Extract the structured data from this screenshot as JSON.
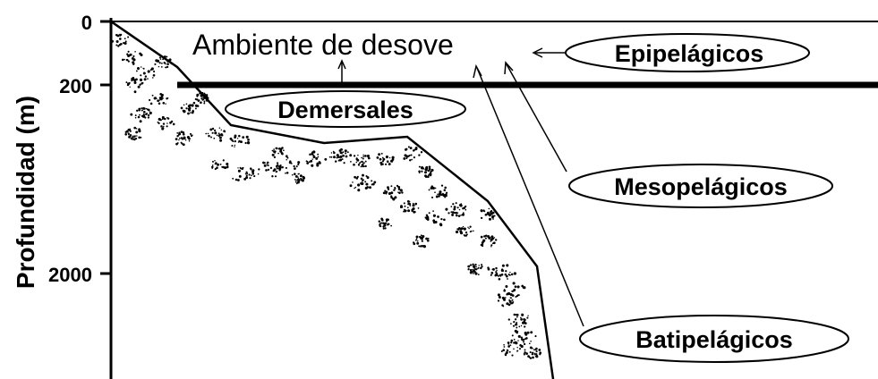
{
  "diagram": {
    "y_axis": {
      "label": "Profundidad (m)",
      "ticks": [
        "0",
        "200",
        "2000"
      ]
    },
    "spawning_label": "Ambiente de desove",
    "groups": {
      "epipelagic": "Epipelágicos",
      "demersal": "Demersales",
      "mesopelagic": "Mesopelágicos",
      "bathypelagic": "Batipelágicos"
    },
    "colors": {
      "ink": "#000000",
      "background": "#ffffff"
    }
  }
}
